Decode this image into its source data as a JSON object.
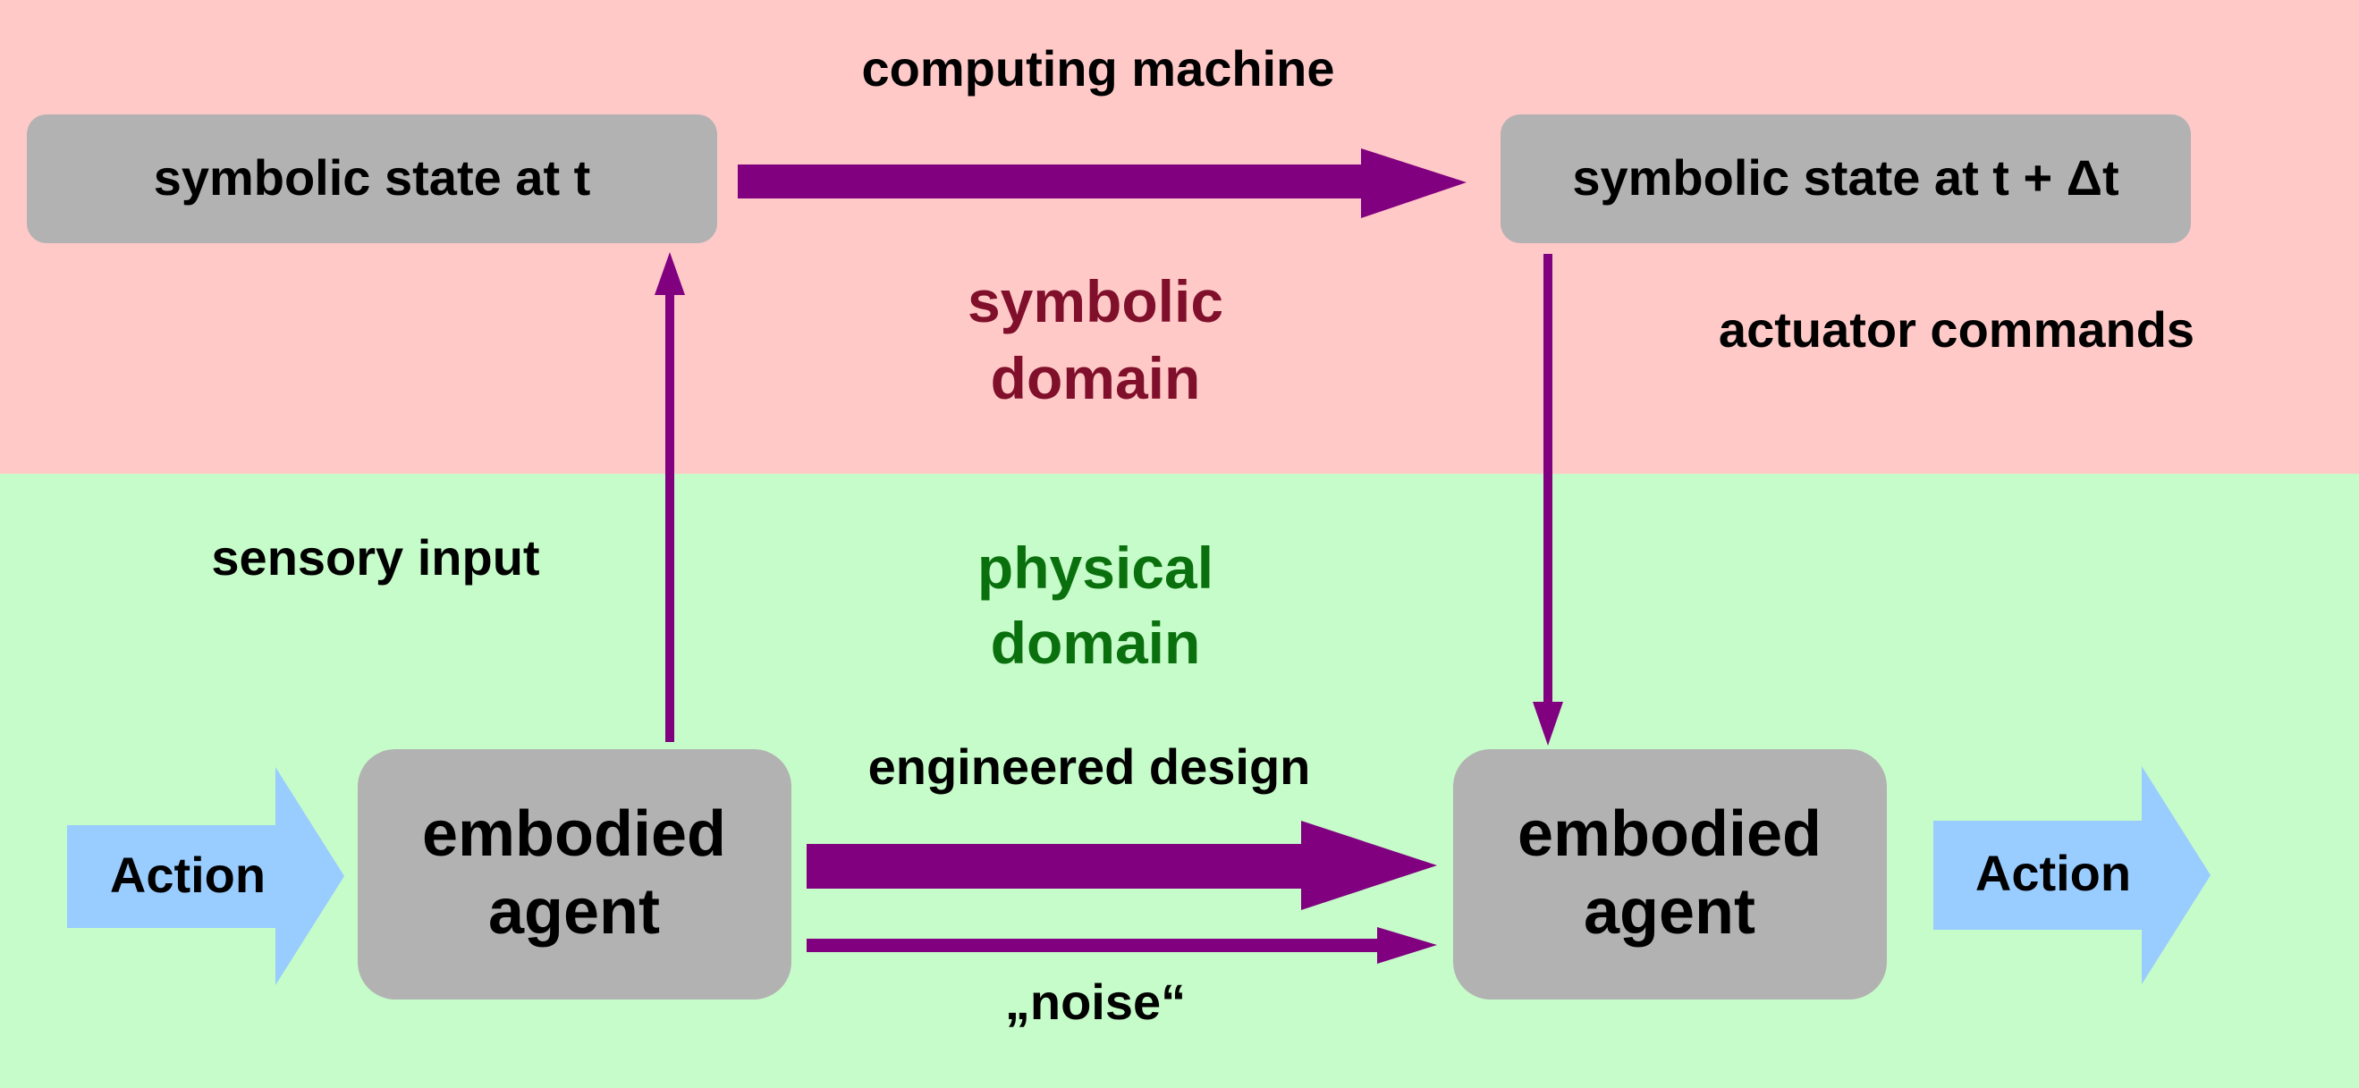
{
  "domains": {
    "symbolic": {
      "label_line1": "symbolic",
      "label_line2": "domain",
      "bg_color": "#ffc9c8",
      "text_color": "#7f0f2a"
    },
    "physical": {
      "label_line1": "physical",
      "label_line2": "domain",
      "bg_color": "#c6fcc9",
      "text_color": "#0a700e"
    }
  },
  "boxes": {
    "state_t": "symbolic state at t",
    "state_t_dt": "symbolic state at t + Δt",
    "agent_left": {
      "line1": "embodied",
      "line2": "agent"
    },
    "agent_right": {
      "line1": "embodied",
      "line2": "agent"
    }
  },
  "labels": {
    "computing_machine": "computing machine",
    "actuator_commands": "actuator commands",
    "sensory_input": "sensory input",
    "engineered_design": "engineered design",
    "noise": "„noise“"
  },
  "actions": {
    "left": "Action",
    "right": "Action"
  },
  "colors": {
    "box": "#b2b2b2",
    "arrow": "#800080",
    "action_arrow": "#99ccff",
    "text": "#000000"
  }
}
